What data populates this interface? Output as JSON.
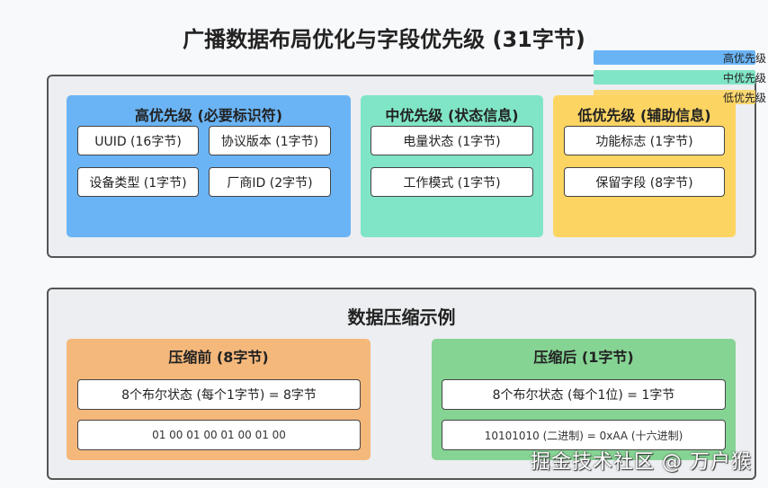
{
  "title": "广播数据布局优化与字段优先级 (31字节)",
  "legend": [
    {
      "label": "高优先级",
      "color": "#6ab4f5"
    },
    {
      "label": "中优先级",
      "color": "#80e5c6"
    },
    {
      "label": "低优先级",
      "color": "#fcd462"
    }
  ],
  "priority": {
    "high": {
      "title": "高优先级 (必要标识符)",
      "items": [
        "UUID (16字节)",
        "协议版本 (1字节)",
        "设备类型 (1字节)",
        "厂商ID (2字节)"
      ]
    },
    "mid": {
      "title": "中优先级 (状态信息)",
      "items": [
        "电量状态 (1字节)",
        "工作模式 (1字节)"
      ]
    },
    "low": {
      "title": "低优先级 (辅助信息)",
      "items": [
        "功能标志 (1字节)",
        "保留字段 (8字节)"
      ]
    }
  },
  "compression": {
    "title": "数据压缩示例",
    "before": {
      "title": "压缩前 (8字节)",
      "desc": "8个布尔状态 (每个1字节) = 8字节",
      "data": "01 00 01 00 01 00 01 00"
    },
    "after": {
      "title": "压缩后 (1字节)",
      "desc": "8个布尔状态 (每个1位) = 1字节",
      "data": "10101010 (二进制) = 0xAA (十六进制)"
    }
  },
  "watermark": "掘金技术社区 @ 万户猴"
}
